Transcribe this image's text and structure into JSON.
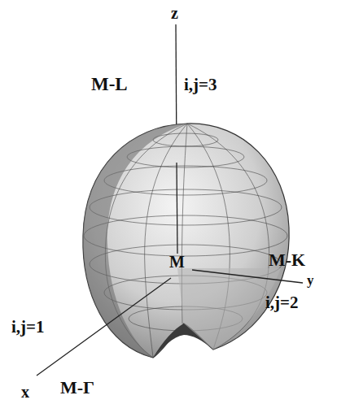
{
  "diagram": {
    "labels": [
      "z",
      "M-L",
      "i,j=3",
      "M-K",
      "M",
      "y",
      "i,j=2",
      "i,j=1",
      "x",
      "M-Γ"
    ]
  }
}
